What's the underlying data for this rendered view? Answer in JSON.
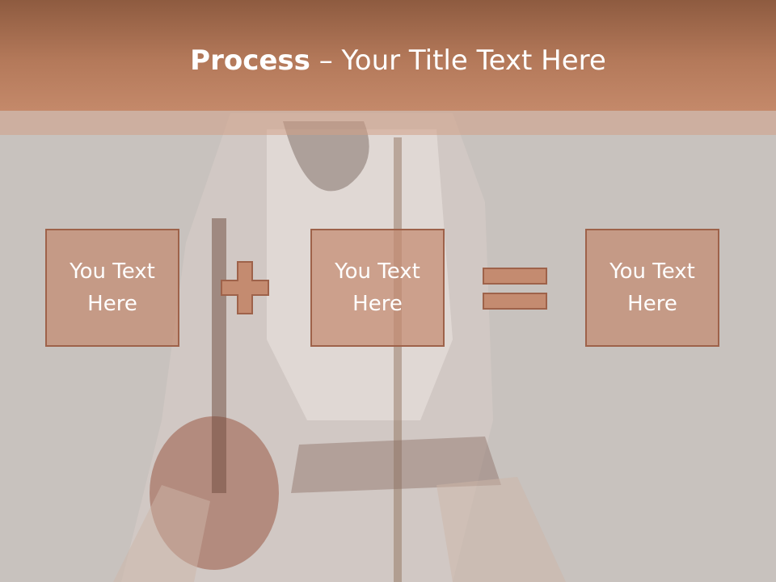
{
  "slide": {
    "title_strong": "Process",
    "title_dash": " – ",
    "title_rest": "Your Title Text Here",
    "boxes": [
      {
        "text": "You Text Here"
      },
      {
        "text": "You Text Here"
      },
      {
        "text": "You Text Here"
      }
    ],
    "operators": [
      "plus-icon",
      "equals-icon"
    ]
  },
  "colors": {
    "accent": "#c4896a",
    "box_fill": "#c48b70",
    "box_border": "#9e624a",
    "background": "#c9c3bf"
  }
}
